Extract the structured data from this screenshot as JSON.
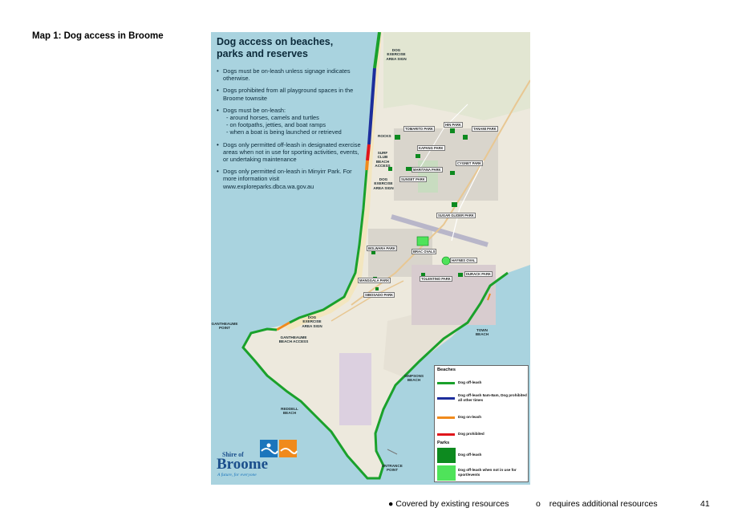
{
  "page": {
    "heading": "Map 1: Dog access in Broome",
    "page_number": "41"
  },
  "map": {
    "title": "Dog access on beaches, parks and reserves",
    "rules": [
      "Dogs must be on-leash unless signage indicates otherwise.",
      "Dogs prohibited from all playground spaces in the Broome townsite",
      "Dogs must be on-leash:",
      "Dogs only permitted off-leash in designated exercise areas when not in use for sporting activities, events, or undertaking maintenance",
      "Dogs only permitted on-leash in Minyirr Park. For more information visit www.exploreparks.dbca.wa.gov.au"
    ],
    "rule_subitems": [
      "- around horses, camels and turtles",
      "- on footpaths, jetties, and boat ramps",
      "- when a boat is being launched or retrieved"
    ],
    "place_labels": {
      "dog_exercise_sign_north": "DOG EXERCISE AREA SIGN",
      "rocks": "ROCKS",
      "surf_club": "SURF CLUB BEACH ACCESS",
      "dog_exercise_sign_mid": "DOG EXERCISE AREA SIGN",
      "dog_exercise_sign_south": "DOG EXERCISE AREA SIGN",
      "gantheaume_point": "GANTHEAUME POINT",
      "gantheaume_beach": "GANTHEAUME BEACH ACCESS",
      "town_beach": "TOWN BEACH",
      "simpsons_beach": "SIMPSONS BEACH",
      "reddell_beach": "REDDELL BEACH",
      "entrance_point": "ENTRANCE POINT"
    },
    "parks": {
      "tomarito": "TOMARITO PARK",
      "hin": "HIN PARK",
      "tanami": "TANAMI PARK",
      "kapang": "KAPANG PARK",
      "maritana": "MARITANA PARK",
      "cygnet": "CYGNET PARK",
      "sunset": "SUNSET PARK",
      "sugar_glider": "SUGAR GLIDER PARK",
      "bolwarra": "BOLWARA PARK",
      "brac": "BRAC OVALS",
      "haynes": "HAYNES OVAL",
      "durack": "DURACK PARK",
      "tolentino": "TOLENTINO PARK",
      "mangsala": "MANGGALA PARK",
      "sibosado": "SIBOSADO PARK"
    },
    "legend": {
      "beaches_heading": "Beaches",
      "parks_heading": "Parks",
      "items": [
        {
          "label": "Dog off-leash",
          "color": "#1aa12b"
        },
        {
          "label": "Dog off-leash 5am-8am, Dog prohibited all other times",
          "color": "#1d2e9c"
        },
        {
          "label": "Dog on-leash",
          "color": "#f08a1c"
        },
        {
          "label": "Dog prohibited",
          "color": "#e0161b"
        }
      ],
      "park_items": [
        {
          "label": "Dog off-leash",
          "color": "#0d8a1f"
        },
        {
          "label": "Dog off-leash when not in use for sport/events",
          "color": "#4fe35a"
        }
      ]
    },
    "logo": {
      "line1": "Shire of",
      "line2": "Broome",
      "tagline": "A future, for everyone"
    }
  },
  "footer": {
    "covered_bullet": "●",
    "covered_label": "Covered by existing resources",
    "requires_bullet": "o",
    "requires_label": "requires additional resources"
  }
}
